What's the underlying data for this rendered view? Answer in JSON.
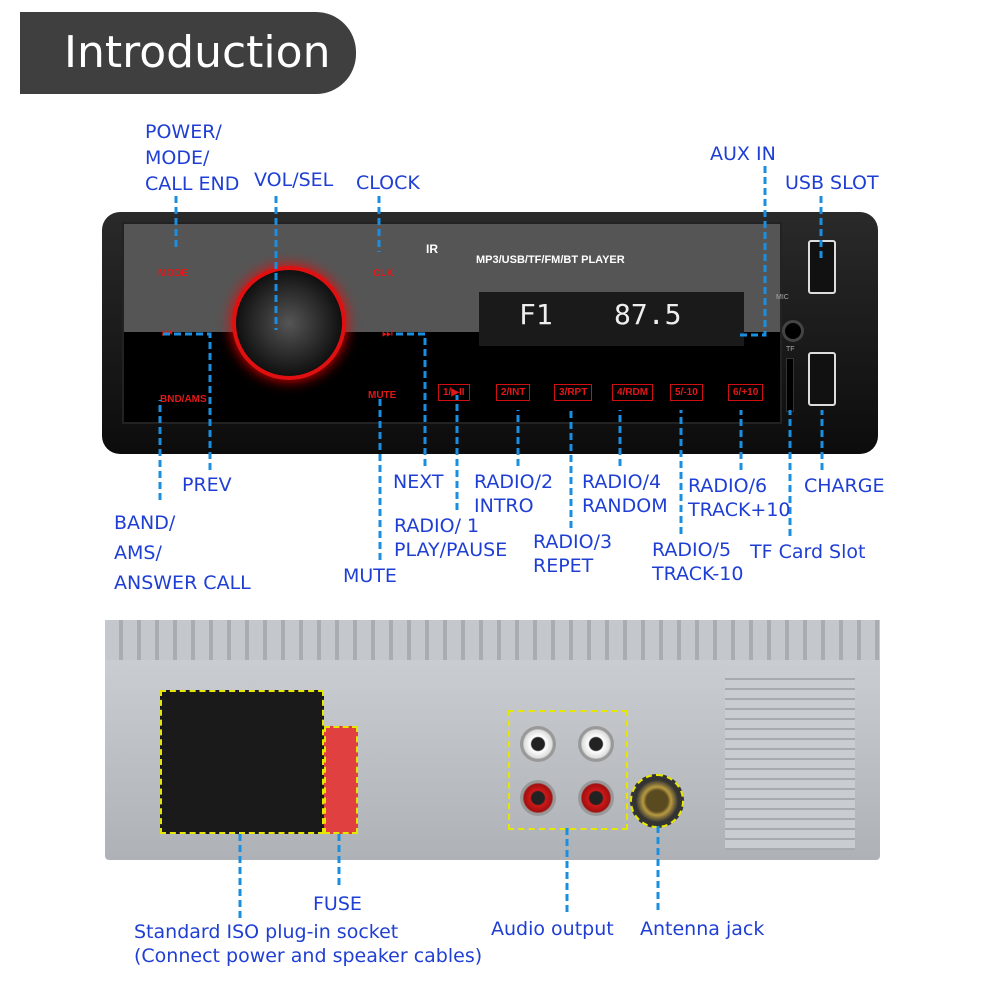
{
  "header": {
    "title": "Introduction"
  },
  "front_panel": {
    "buttons": {
      "mode": "MODE",
      "clock": "CLK",
      "band": "BND/AMS",
      "mute": "MUTE",
      "b1": "1/▶II",
      "b2": "2/INT",
      "b3": "3/RPT",
      "b4": "4/RDM",
      "b5": "5/-10",
      "b6": "6/+10"
    },
    "ir": "IR",
    "title": "MP3/USB/TF/FM/BT  PLAYER",
    "band_display": "F1",
    "freq_display": "87.5",
    "mic": "MIC",
    "tf": "TF"
  },
  "labels": {
    "power": [
      "POWER/",
      "MODE/",
      "CALL END"
    ],
    "vol": "VOL/SEL",
    "clock": "CLOCK",
    "aux": "AUX IN",
    "usb": "USB SLOT",
    "prev": "PREV",
    "band": [
      "BAND/",
      "AMS/",
      "ANSWER CALL"
    ],
    "next": "NEXT",
    "radio1": [
      "RADIO/ 1",
      "PLAY/PAUSE"
    ],
    "mute": "MUTE",
    "radio2": [
      "RADIO/2",
      "INTRO"
    ],
    "radio3": [
      "RADIO/3",
      "REPET"
    ],
    "radio4": [
      "RADIO/4",
      "RANDOM"
    ],
    "radio5": [
      "RADIO/5",
      "TRACK-10"
    ],
    "radio6": [
      "RADIO/6",
      "TRACK+10"
    ],
    "charge": "CHARGE",
    "tf": "TF Card Slot",
    "iso": [
      "Standard ISO plug-in socket",
      "(Connect power and speaker cables)"
    ],
    "fuse": "FUSE",
    "audio": "Audio output",
    "antenna": "Antenna jack"
  }
}
